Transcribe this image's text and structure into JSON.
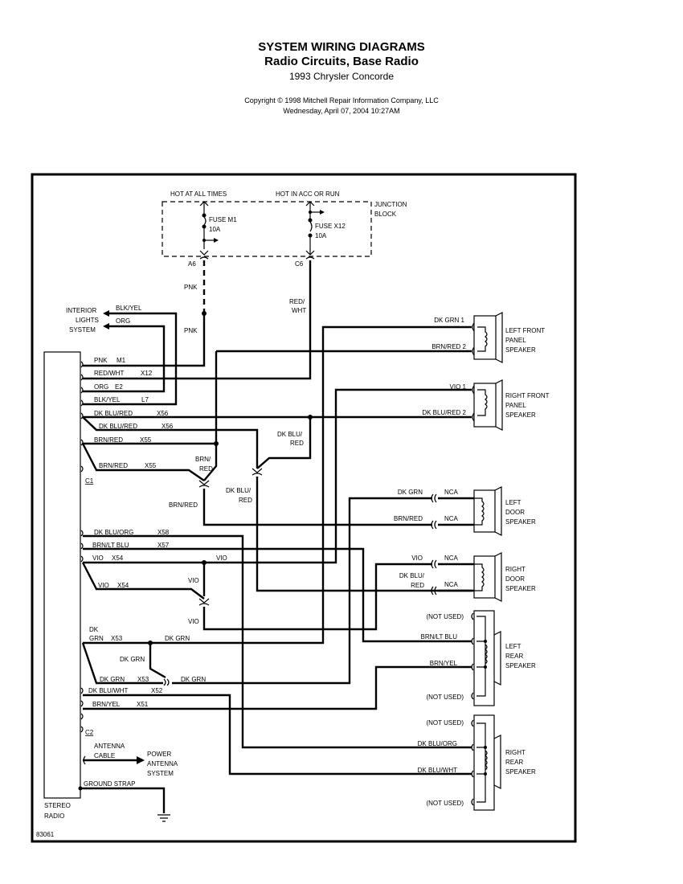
{
  "header": {
    "title": "SYSTEM WIRING DIAGRAMS",
    "subtitle": "Radio Circuits, Base Radio",
    "vehicle": "1993 Chrysler Concorde",
    "copyright": "Copyright © 1998 Mitchell Repair Information Company, LLC",
    "timestamp": "Wednesday, April 07, 2004  10:27AM"
  },
  "junction_block": {
    "hot_at_all_times": "HOT AT ALL TIMES",
    "hot_in_acc_or_run": "HOT IN ACC OR RUN",
    "label_line1": "JUNCTION",
    "label_line2": "BLOCK",
    "fuse_m1": "FUSE M1",
    "fuse_m1_rating": "10A",
    "fuse_x12": "FUSE X12",
    "fuse_x12_rating": "10A",
    "connector_a6": "A6",
    "connector_c6": "C6"
  },
  "interior_lights": {
    "line1": "INTERIOR",
    "line2": "LIGHTS",
    "line3": "SYSTEM",
    "wire1": "BLK/YEL",
    "wire2": "ORG"
  },
  "vertical_labels": {
    "pnk_upper": "PNK",
    "pnk_lower": "PNK",
    "red_wht_1": "RED/",
    "red_wht_2": "WHT",
    "dkblu_red_a1": "DK BLU/",
    "dkblu_red_a2": "RED",
    "brn_red_b1": "BRN/",
    "brn_red_b2": "RED",
    "dkblu_red_c1": "DK BLU/",
    "dkblu_red_c2": "RED",
    "brn_red_d": "BRN/RED",
    "vio_splice": "VIO",
    "vio_upper": "VIO",
    "vio_lower": "VIO",
    "dk_grn_splice": "DK GRN",
    "dk_grn_vert": "DK GRN",
    "dk_grn_conn": "DK GRN"
  },
  "radio": {
    "label_line1": "STEREO",
    "label_line2": "RADIO",
    "connector_c1": "C1",
    "connector_c2": "C2",
    "c1_pins": [
      {
        "color": "PNK",
        "circuit": "M1"
      },
      {
        "color": "RED/WHT",
        "circuit": "X12"
      },
      {
        "color": "ORG",
        "circuit": "E2"
      },
      {
        "color": "BLK/YEL",
        "circuit": "L7"
      },
      {
        "color": "DK BLU/RED",
        "circuit": "X56"
      },
      {
        "color": "DK BLU/RED",
        "circuit": "X56"
      },
      {
        "color": "BRN/RED",
        "circuit": "X55"
      },
      {
        "color": "BRN/RED",
        "circuit": "X55"
      }
    ],
    "c2_pins": [
      {
        "color": "DK BLU/ORG",
        "circuit": "X58"
      },
      {
        "color": "BRN/LT BLU",
        "circuit": "X57"
      },
      {
        "color": "VIO",
        "circuit": "X54"
      },
      {
        "color": "VIO",
        "circuit": "X54"
      },
      {
        "color_line1": "DK",
        "color": "GRN",
        "circuit": "X53"
      },
      {
        "color": "DK GRN",
        "circuit": "X53"
      },
      {
        "color": "DK BLU/WHT",
        "circuit": "X52"
      },
      {
        "color": "BRN/YEL",
        "circuit": "X51"
      }
    ],
    "antenna_line1": "ANTENNA",
    "antenna_line2": "CABLE",
    "power_antenna_line1": "POWER",
    "power_antenna_line2": "ANTENNA",
    "power_antenna_line3": "SYSTEM",
    "ground_strap": "GROUND STRAP"
  },
  "speakers": {
    "left_front": {
      "line1": "LEFT FRONT",
      "line2": "PANEL",
      "line3": "SPEAKER",
      "pin1": "DK GRN  1",
      "pin2": "BRN/RED  2"
    },
    "right_front": {
      "line1": "RIGHT FRONT",
      "line2": "PANEL",
      "line3": "SPEAKER",
      "pin1": "VIO  1",
      "pin2": "DK BLU/RED  2"
    },
    "left_door": {
      "line1": "LEFT",
      "line2": "DOOR",
      "line3": "SPEAKER",
      "wire1": "DK GRN",
      "wire2": "BRN/RED",
      "nca": "NCA"
    },
    "right_door": {
      "line1": "RIGHT",
      "line2": "DOOR",
      "line3": "SPEAKER",
      "wire1": "VIO",
      "wire2a": "DK BLU/",
      "wire2b": "RED",
      "nca": "NCA"
    },
    "left_rear": {
      "line1": "LEFT",
      "line2": "REAR",
      "line3": "SPEAKER",
      "wire1": "BRN/LT BLU",
      "wire2": "BRN/YEL",
      "not_used": "(NOT USED)"
    },
    "right_rear": {
      "line1": "RIGHT",
      "line2": "REAR",
      "line3": "SPEAKER",
      "wire1": "DK BLU/ORG",
      "wire2": "DK BLU/WHT",
      "not_used": "(NOT USED)"
    }
  },
  "figure_id": "83061"
}
